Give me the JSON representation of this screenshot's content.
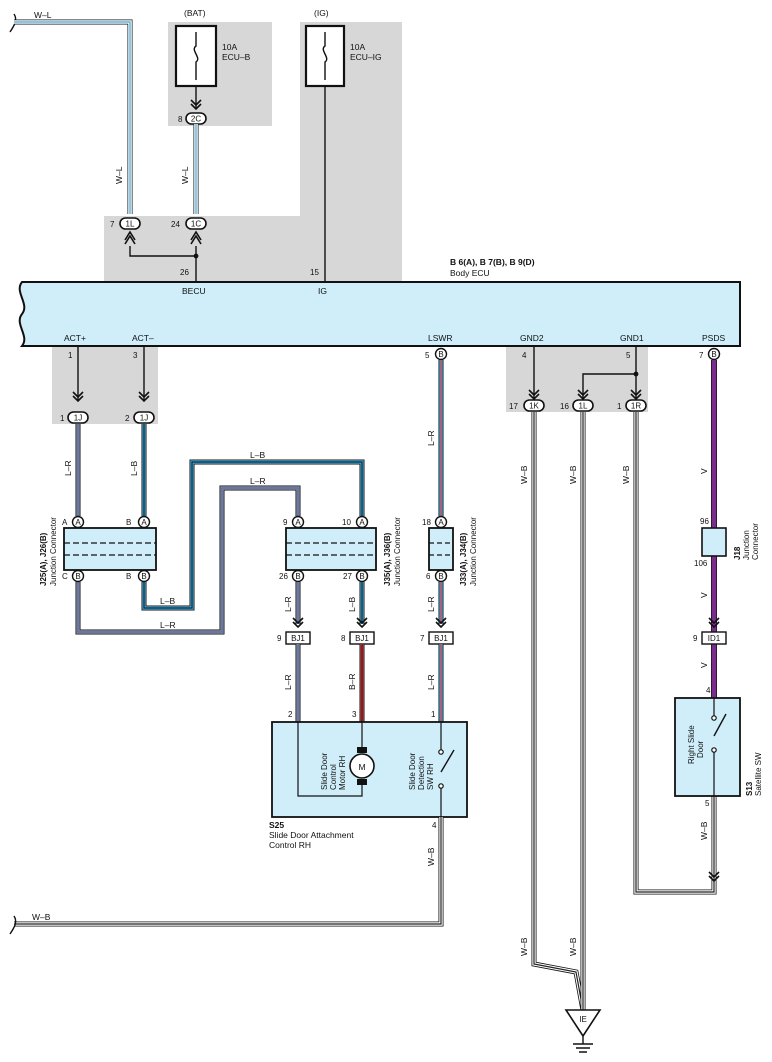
{
  "diagram": {
    "colors": {
      "ecu_fill": "#cfeefa",
      "panel_fill": "#d7d7d7",
      "blue": "#3aa8dc",
      "red": "#e0393e",
      "purple": "#7b2d8e",
      "wire_dark": "#222222"
    },
    "power": {
      "bat_label": "(BAT)",
      "ig_label": "(IG)",
      "fuse_ecub_amp": "10A",
      "fuse_ecub_name": "ECU–B",
      "fuse_ecuig_amp": "10A",
      "fuse_ecuig_name": "ECU–IG"
    },
    "wire_colors": {
      "wl": "W–L",
      "lr": "L–R",
      "lb": "L–B",
      "wb": "W–B",
      "v": "V",
      "br": "B–R"
    },
    "ecu": {
      "title": "B 6(A), B 7(B), B 9(D)",
      "name": "Body ECU",
      "becu": "BECU",
      "ig": "IG",
      "pin_becu": "26",
      "pin_ig": "15",
      "act_plus": "ACT+",
      "act_minus": "ACT–",
      "lswr": "LSWR",
      "gnd2": "GND2",
      "gnd1": "GND1",
      "psds": "PSDS",
      "pin_act_plus": "1",
      "pin_act_minus": "3",
      "pin_lswr": "5",
      "pin_gnd2": "4",
      "pin_gnd1": "5",
      "pin_psds": "7"
    },
    "connectors": {
      "c2C": "2C",
      "c1L": "1L",
      "c1C": "1C",
      "c1J": "1J",
      "c1K": "1K",
      "c1R": "1R",
      "cB": "B",
      "cA": "A",
      "cC": "C",
      "cBJ1": "BJ1",
      "cID1": "ID1",
      "cIE": "IE",
      "pin8": "8",
      "pin7": "7",
      "pin24": "24",
      "pin1": "1",
      "pin2": "2",
      "pin17": "17",
      "pin16": "16",
      "pin9": "9",
      "pin10": "10",
      "pin18": "18",
      "pin26": "26",
      "pin27": "27",
      "pin6": "6",
      "pin96": "96",
      "pin106": "106",
      "pin3": "3",
      "pin4": "4",
      "pin5": "5"
    },
    "junctions": {
      "j25_code": "J25(A), J26(B)",
      "j25_name": "Junction Connector",
      "j35_code": "J35(A), J36(B)",
      "j35_name": "Junction Connector",
      "j33_code": "J33(A), J34(B)",
      "j33_name": "Junction Connector",
      "j18_code": "J18",
      "j18_name1": "Junction",
      "j18_name2": "Connector"
    },
    "s25": {
      "code": "S25",
      "name1": "Slide Door Attachment",
      "name2": "Control RH",
      "motor_1": "Slide Door",
      "motor_2": "Control",
      "motor_3": "Motor RH",
      "motor_symbol": "M",
      "sw_1": "Slide Door",
      "sw_2": "Detection",
      "sw_3": "SW RH"
    },
    "s13": {
      "code": "S13",
      "name": "Satellite SW",
      "sw_1": "Right Slide",
      "sw_2": "Door"
    }
  }
}
